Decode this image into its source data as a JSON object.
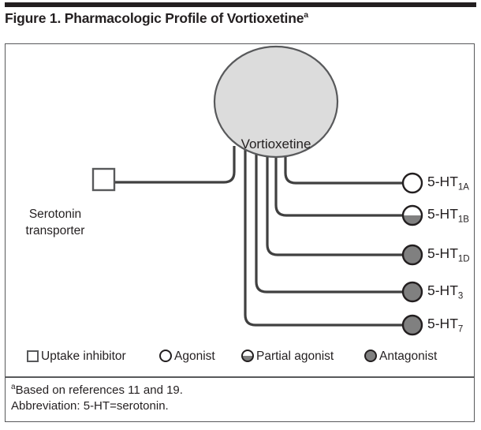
{
  "figure": {
    "title_text": "Figure 1. Pharmacologic Profile of Vortioxetine",
    "title_footnote_marker": "a"
  },
  "diagram": {
    "center_node": {
      "label": "Vortioxetine",
      "shape": "ellipse",
      "fill_color": "#dcdcdc",
      "stroke_color": "#58595b"
    },
    "transporter": {
      "label_line1": "Serotonin",
      "label_line2": "transporter",
      "marker_shape": "square",
      "marker_type": "uptake-inhibitor",
      "fill_color": "#ffffff"
    },
    "receptors": [
      {
        "label_base": "5-HT",
        "label_sub": "1A",
        "marker_type": "agonist",
        "fill": "open"
      },
      {
        "label_base": "5-HT",
        "label_sub": "1B",
        "marker_type": "partial-agonist",
        "fill": "half"
      },
      {
        "label_base": "5-HT",
        "label_sub": "1D",
        "marker_type": "antagonist",
        "fill": "filled"
      },
      {
        "label_base": "5-HT",
        "label_sub": "3",
        "marker_type": "antagonist",
        "fill": "filled"
      },
      {
        "label_base": "5-HT",
        "label_sub": "7",
        "marker_type": "antagonist",
        "fill": "filled"
      }
    ]
  },
  "legend": {
    "items": [
      {
        "label": "Uptake inhibitor",
        "marker": "square-open"
      },
      {
        "label": "Agonist",
        "marker": "circle-open"
      },
      {
        "label": "Partial agonist",
        "marker": "circle-half"
      },
      {
        "label": "Antagonist",
        "marker": "circle-filled"
      }
    ]
  },
  "footnote": {
    "marker": "a",
    "line1": "Based on references 11 and 19.",
    "line2_prefix": "Abbreviation: 5-HT",
    "line2_equals": "=",
    "line2_suffix": "serotonin."
  },
  "colors": {
    "ink": "#231f20",
    "line": "#404040",
    "node_fill": "#dcdcdc",
    "marker_fill": "#808080",
    "border": "#58595b"
  }
}
